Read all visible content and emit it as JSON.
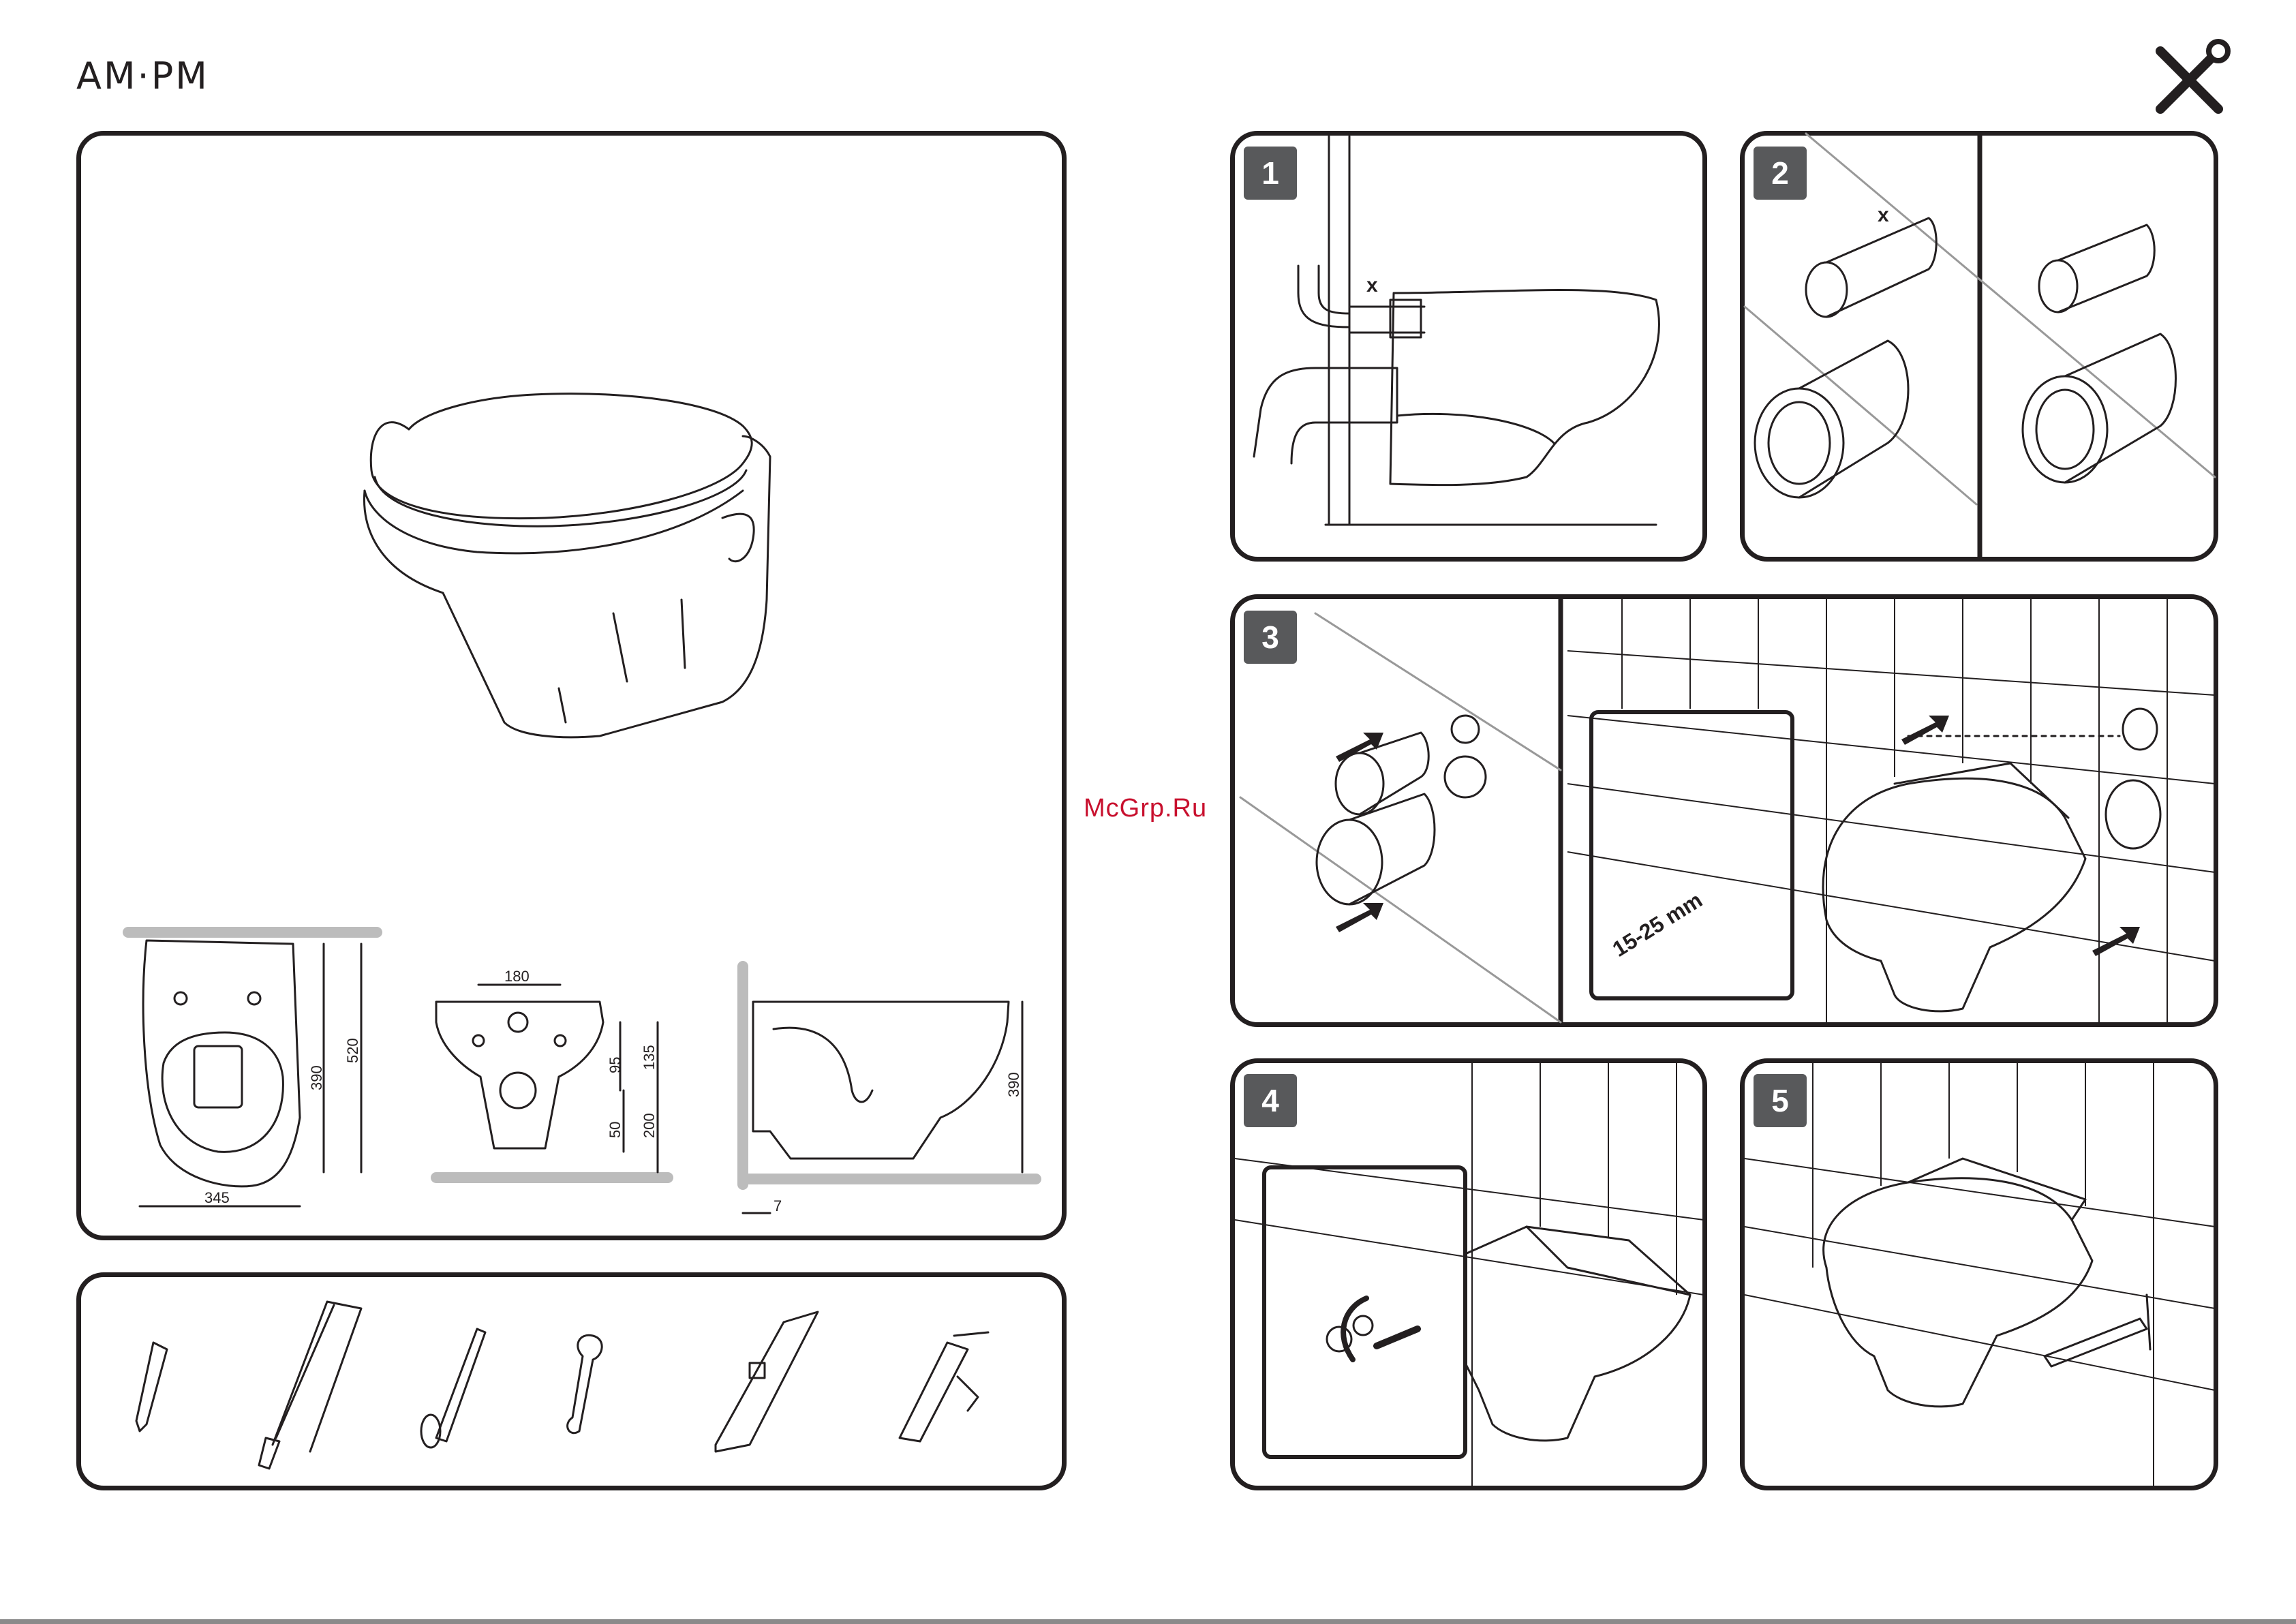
{
  "header": {
    "brand": "AM·PM"
  },
  "watermark": "McGrp.Ru",
  "product": {
    "dimensions": {
      "front_width": "345",
      "front_height_total": "520",
      "front_height_inner": "390",
      "rear_spacing": "180",
      "rear_hole_offset": "95",
      "rear_upper": "135",
      "rear_lower": "200",
      "rear_bottom": "50",
      "side_height": "390",
      "side_gap": "7"
    }
  },
  "tools": [
    "pencil",
    "hacksaw",
    "drill",
    "wrench",
    "level",
    "sealant-gun"
  ],
  "steps": [
    {
      "number": "1",
      "label_x": "x"
    },
    {
      "number": "2",
      "label_x": "x"
    },
    {
      "number": "3",
      "range": "15-25 mm"
    },
    {
      "number": "4"
    },
    {
      "number": "5"
    }
  ]
}
